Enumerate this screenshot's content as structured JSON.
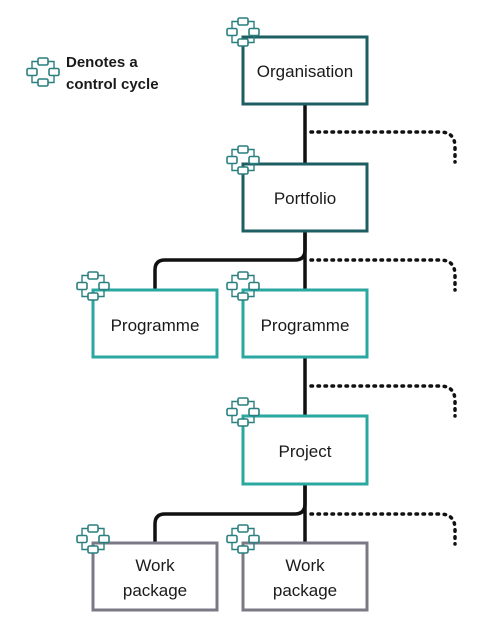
{
  "legend": {
    "line1": "Denotes a",
    "line2": "control cycle",
    "icon": "control-cycle-icon"
  },
  "nodes": {
    "organisation": {
      "label": "Organisation"
    },
    "portfolio": {
      "label": "Portfolio"
    },
    "programme_a": {
      "label": "Programme"
    },
    "programme_b": {
      "label": "Programme"
    },
    "project": {
      "label": "Project"
    },
    "work_package_a": {
      "line1": "Work",
      "line2": "package"
    },
    "work_package_b": {
      "line1": "Work",
      "line2": "package"
    }
  },
  "colors": {
    "dark_teal": "#1d5e63",
    "teal": "#2aa7a0",
    "grey": "#7a7a86",
    "connector": "#111111"
  }
}
